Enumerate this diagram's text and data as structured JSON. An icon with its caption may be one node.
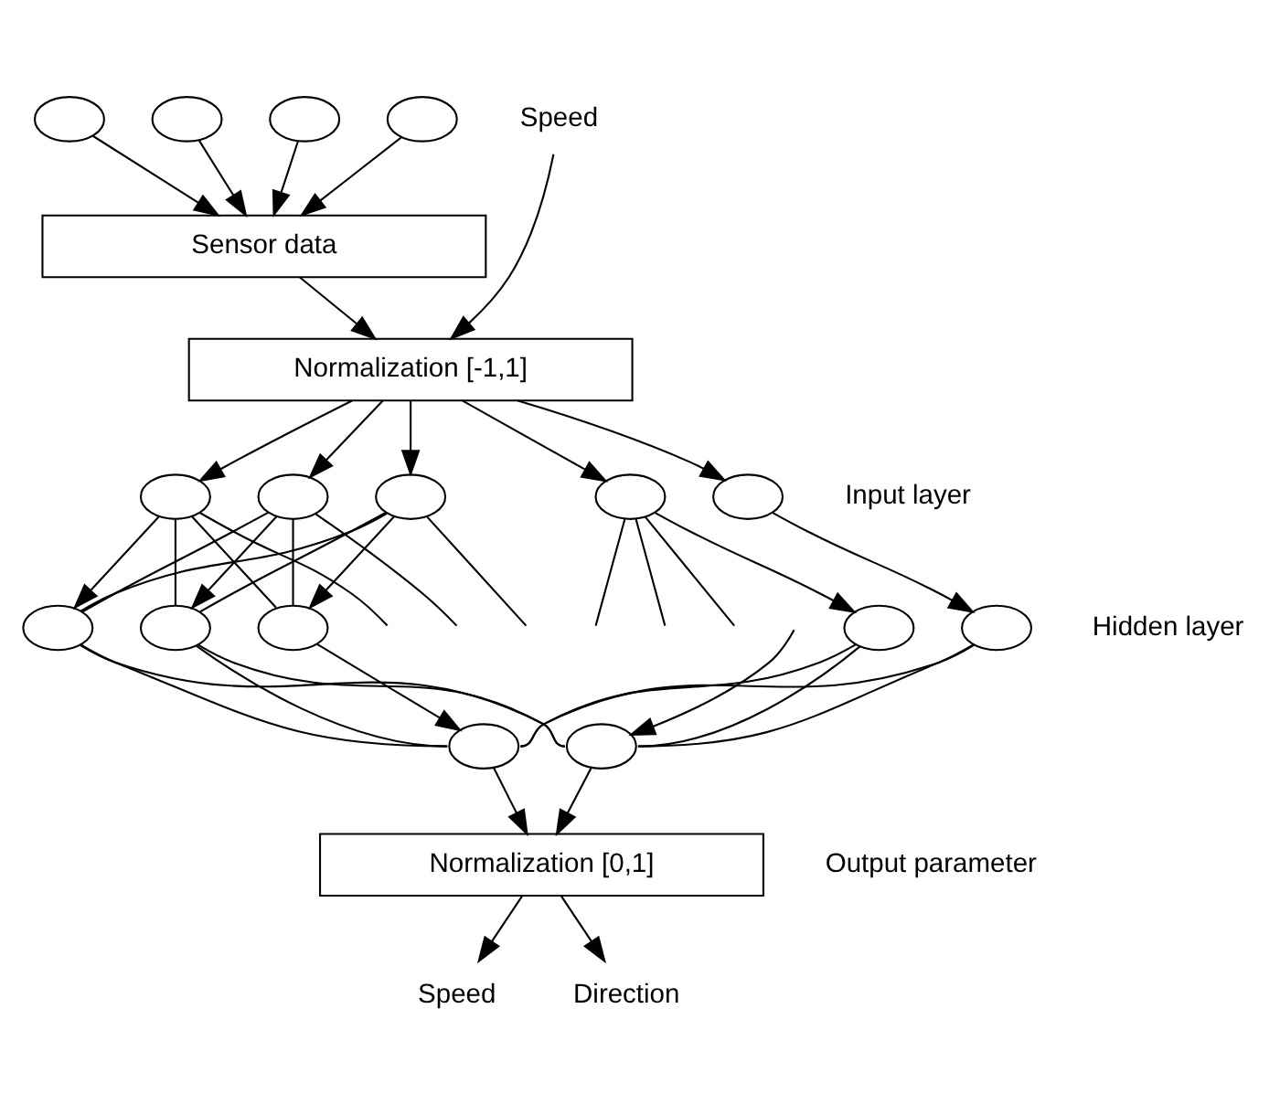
{
  "diagram": {
    "nodes": [
      {
        "text": [],
        "shape": "circle"
      },
      {
        "text": [],
        "shape": "circle"
      },
      {
        "text": [],
        "shape": "circle"
      },
      {
        "text": [],
        "shape": "circle"
      },
      {
        "text": [
          "Sensor data"
        ]
      },
      {
        "text": [
          "Speed"
        ]
      },
      {
        "text": [
          "Normalization [-1,1]"
        ]
      },
      {
        "text": [],
        "shape": "circle"
      },
      {
        "text": [],
        "shape": "circle"
      },
      {
        "text": [],
        "shape": "circle"
      },
      {
        "text": [],
        "shape": "circle"
      },
      {
        "text": [],
        "shape": "circle"
      },
      {
        "text": [],
        "shape": "circle"
      },
      {
        "text": [],
        "shape": "circle"
      },
      {
        "text": [],
        "shape": "circle"
      },
      {
        "text": [],
        "shape": "circle"
      },
      {
        "text": [],
        "shape": "circle"
      },
      {
        "text": [],
        "shape": "circle"
      },
      {
        "text": [],
        "shape": "circle"
      },
      {
        "text": [
          "Normalization [0,1]"
        ]
      },
      {
        "text": [
          "Speed"
        ]
      },
      {
        "text": [
          "Direction"
        ]
      }
    ],
    "edges": [
      {
        "from": 0,
        "to": 4,
        "arrow": "to"
      },
      {
        "from": 1,
        "to": 4,
        "arrow": "to"
      },
      {
        "from": 2,
        "to": 4,
        "arrow": "to"
      },
      {
        "from": 3,
        "to": 4,
        "arrow": "to"
      },
      {
        "from": 4,
        "to": 6,
        "arrow": "to"
      },
      {
        "from": 5,
        "to": 6,
        "arrow": "to"
      },
      {
        "from": 6,
        "to": 7,
        "arrow": "to"
      },
      {
        "from": 6,
        "to": 8,
        "arrow": "to"
      },
      {
        "from": 6,
        "to": 9,
        "arrow": "to"
      },
      {
        "from": 6,
        "to": 10,
        "arrow": "to"
      },
      {
        "from": 6,
        "to": 11,
        "arrow": "to"
      },
      {
        "from": 7,
        "to": 12,
        "arrow": "to"
      },
      {
        "from": 7,
        "to": 13,
        "arrow": "none"
      },
      {
        "from": 7,
        "to": 14,
        "arrow": "none"
      },
      {
        "from": 7,
        "to": null,
        "arrow": "none"
      },
      {
        "from": 8,
        "to": 12,
        "arrow": "none"
      },
      {
        "from": 8,
        "to": 13,
        "arrow": "to"
      },
      {
        "from": 8,
        "to": 14,
        "arrow": "none"
      },
      {
        "from": 8,
        "to": null,
        "arrow": "none"
      },
      {
        "from": 9,
        "to": 12,
        "arrow": "none"
      },
      {
        "from": 9,
        "to": 13,
        "arrow": "none"
      },
      {
        "from": 9,
        "to": 14,
        "arrow": "to"
      },
      {
        "from": 9,
        "to": null,
        "arrow": "none"
      },
      {
        "from": 10,
        "to": null,
        "arrow": "none"
      },
      {
        "from": 10,
        "to": null,
        "arrow": "none"
      },
      {
        "from": 10,
        "to": null,
        "arrow": "none"
      },
      {
        "from": 10,
        "to": 15,
        "arrow": "to"
      },
      {
        "from": 11,
        "to": 16,
        "arrow": "to"
      },
      {
        "from": 12,
        "to": 17,
        "arrow": "none"
      },
      {
        "from": 12,
        "to": 18,
        "arrow": "none"
      },
      {
        "from": 13,
        "to": 17,
        "arrow": "none"
      },
      {
        "from": 13,
        "to": 18,
        "arrow": "none"
      },
      {
        "from": 14,
        "to": 17,
        "arrow": "to"
      },
      {
        "from": null,
        "to": 18,
        "arrow": "to"
      },
      {
        "from": 15,
        "to": 17,
        "arrow": "none"
      },
      {
        "from": 15,
        "to": 18,
        "arrow": "none"
      },
      {
        "from": 16,
        "to": 17,
        "arrow": "none"
      },
      {
        "from": 16,
        "to": 18,
        "arrow": "none"
      },
      {
        "from": 17,
        "to": 19,
        "arrow": "to"
      },
      {
        "from": 18,
        "to": 19,
        "arrow": "to"
      },
      {
        "from": 19,
        "to": 20,
        "arrow": "to"
      },
      {
        "from": 19,
        "to": 21,
        "arrow": "to"
      }
    ],
    "labels": [
      "Input layer",
      "Hidden layer",
      "Output parameter"
    ]
  }
}
